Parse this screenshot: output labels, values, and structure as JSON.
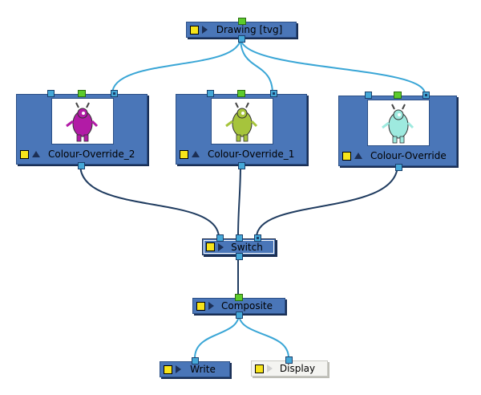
{
  "nodes": {
    "drawing": {
      "label": "Drawing  [tvg]"
    },
    "co2": {
      "label": "Colour-Override_2",
      "thumb_color": "#b21ba6"
    },
    "co1": {
      "label": "Colour-Override_1",
      "thumb_color": "#a6c43c"
    },
    "co0": {
      "label": "Colour-Override",
      "thumb_color": "#9eeadf"
    },
    "switch": {
      "label": "Switch"
    },
    "composite": {
      "label": "Composite"
    },
    "write": {
      "label": "Write"
    },
    "display": {
      "label": "Display"
    }
  },
  "colors": {
    "node_fill": "#4a76b8",
    "port": "#45a8d8",
    "port_green": "#5ccb2c",
    "wire_light": "#3aa6d6",
    "wire_dark": "#203c60",
    "icon_yellow": "#f7e41a"
  }
}
